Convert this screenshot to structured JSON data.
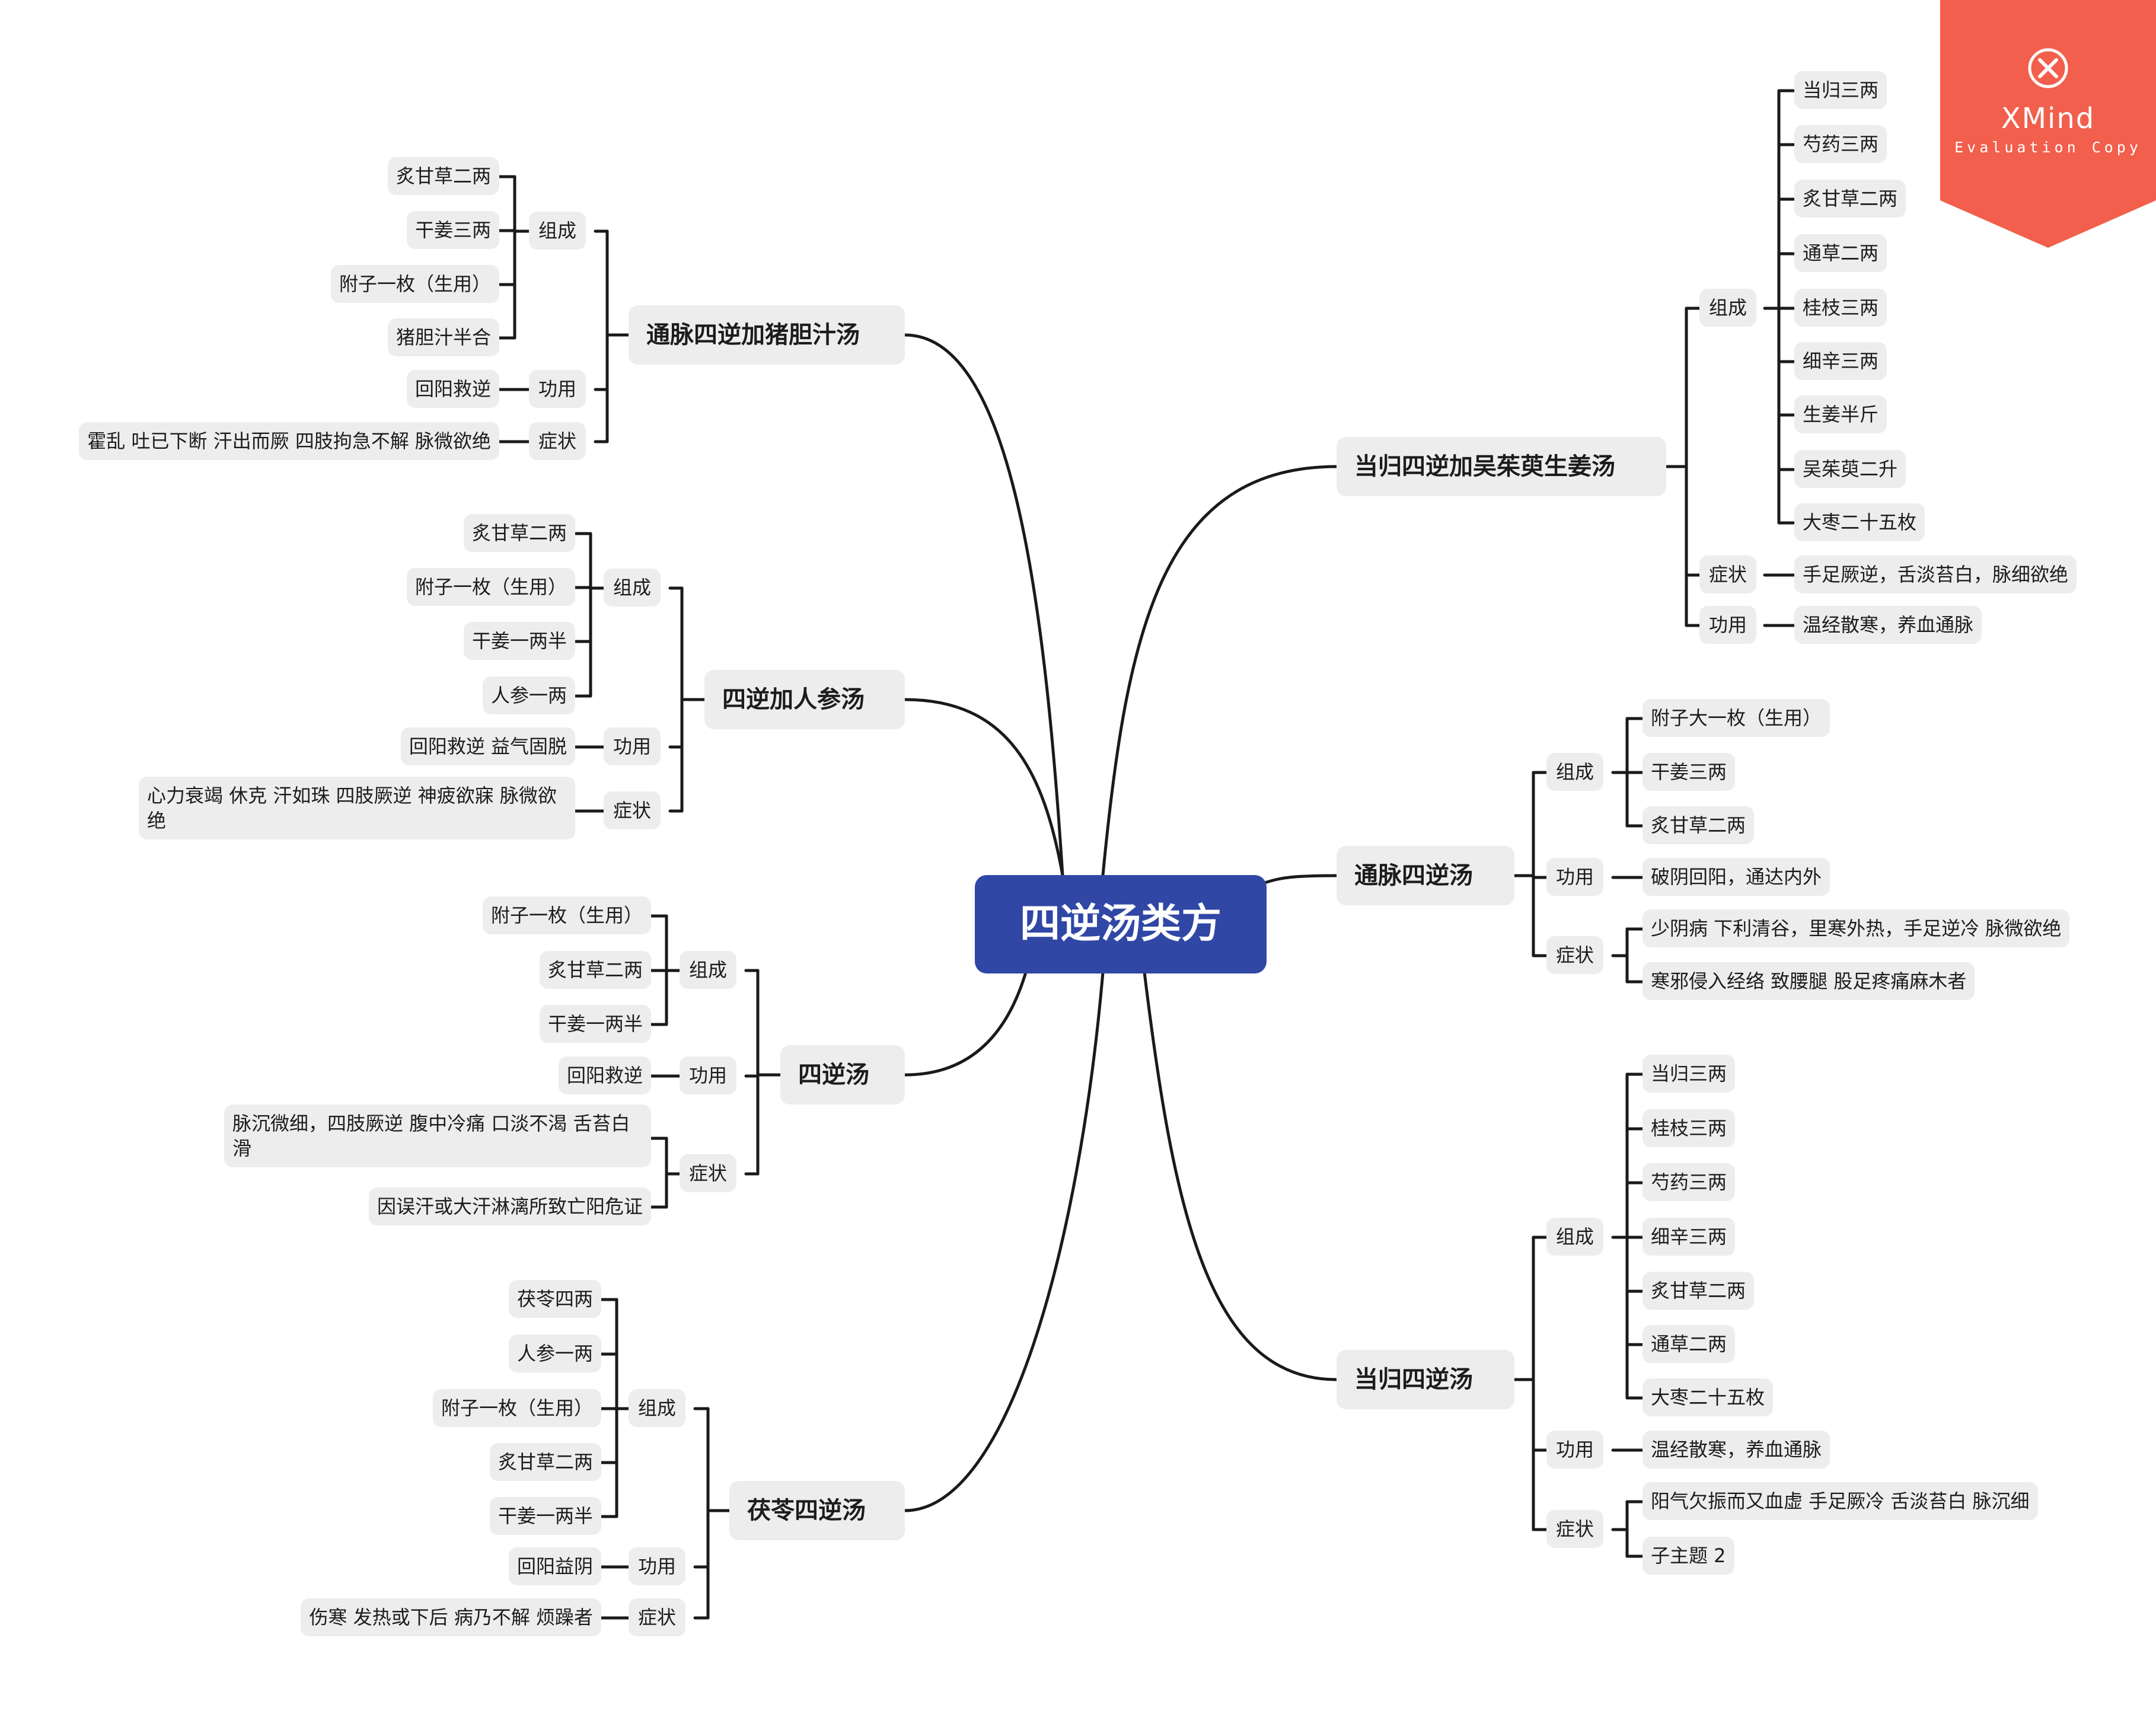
{
  "root": {
    "label": "四逆汤类方"
  },
  "branches": {
    "tongmai_zhudan": {
      "title": "通脉四逆加猪胆汁汤",
      "zucheng_label": "组成",
      "zucheng": [
        "炙甘草二两",
        "干姜三两",
        "附子一枚（生用）",
        "猪胆汁半合"
      ],
      "gongyong_label": "功用",
      "gongyong": "回阳救逆",
      "zhengzhuang_label": "症状",
      "zhengzhuang": "霍乱 吐已下断 汗出而厥 四肢拘急不解 脉微欲绝"
    },
    "renshen": {
      "title": "四逆加人参汤",
      "zucheng_label": "组成",
      "zucheng": [
        "炙甘草二两",
        "附子一枚（生用）",
        "干姜一两半",
        "人参一两"
      ],
      "gongyong_label": "功用",
      "gongyong": "回阳救逆 益气固脱",
      "zhengzhuang_label": "症状",
      "zhengzhuang": "心力衰竭 休克 汗如珠 四肢厥逆 神疲欲寐 脉微欲绝"
    },
    "sini": {
      "title": "四逆汤",
      "zucheng_label": "组成",
      "zucheng": [
        "附子一枚（生用）",
        "炙甘草二两",
        "干姜一两半"
      ],
      "gongyong_label": "功用",
      "gongyong": "回阳救逆",
      "zhengzhuang_label": "症状",
      "zhengzhuang": [
        "脉沉微细，四肢厥逆 腹中冷痛 口淡不渴 舌苔白滑",
        "因误汗或大汗淋漓所致亡阳危证"
      ]
    },
    "fuling": {
      "title": "茯苓四逆汤",
      "zucheng_label": "组成",
      "zucheng": [
        "茯苓四两",
        "人参一两",
        "附子一枚（生用）",
        "炙甘草二两",
        "干姜一两半"
      ],
      "gongyong_label": "功用",
      "gongyong": "回阳益阴",
      "zhengzhuang_label": "症状",
      "zhengzhuang": "伤寒 发热或下后 病乃不解 烦躁者"
    },
    "danggui_wuzhuyu": {
      "title": "当归四逆加吴茱萸生姜汤",
      "zucheng_label": "组成",
      "zucheng": [
        "当归三两",
        "芍药三两",
        "炙甘草二两",
        "通草二两",
        "桂枝三两",
        "细辛三两",
        "生姜半斤",
        "吴茱萸二升",
        "大枣二十五枚"
      ],
      "zhengzhuang_label": "症状",
      "zhengzhuang": "手足厥逆，舌淡苔白，脉细欲绝",
      "gongyong_label": "功用",
      "gongyong": "温经散寒，养血通脉"
    },
    "tongmai": {
      "title": "通脉四逆汤",
      "zucheng_label": "组成",
      "zucheng": [
        "附子大一枚（生用）",
        "干姜三两",
        "炙甘草二两"
      ],
      "gongyong_label": "功用",
      "gongyong": "破阴回阳，通达内外",
      "zhengzhuang_label": "症状",
      "zhengzhuang": [
        "少阴病 下利清谷，里寒外热，手足逆冷 脉微欲绝",
        "寒邪侵入经络 致腰腿 股足疼痛麻木者"
      ]
    },
    "danggui": {
      "title": "当归四逆汤",
      "zucheng_label": "组成",
      "zucheng": [
        "当归三两",
        "桂枝三两",
        "芍药三两",
        "细辛三两",
        "炙甘草二两",
        "通草二两",
        "大枣二十五枚"
      ],
      "gongyong_label": "功用",
      "gongyong": "温经散寒，养血通脉",
      "zhengzhuang_label": "症状",
      "zhengzhuang": [
        "阳气欠振而又血虚 手足厥冷 舌淡苔白 脉沉细",
        "子主题 2"
      ]
    }
  },
  "watermark": {
    "brand": "XMind",
    "sub": "Evaluation Copy",
    "icon": "xmind-logo-icon",
    "color": "#f25f4c"
  },
  "colors": {
    "root": "#3047a6",
    "node": "#ededed",
    "line": "#1a1a1a"
  }
}
